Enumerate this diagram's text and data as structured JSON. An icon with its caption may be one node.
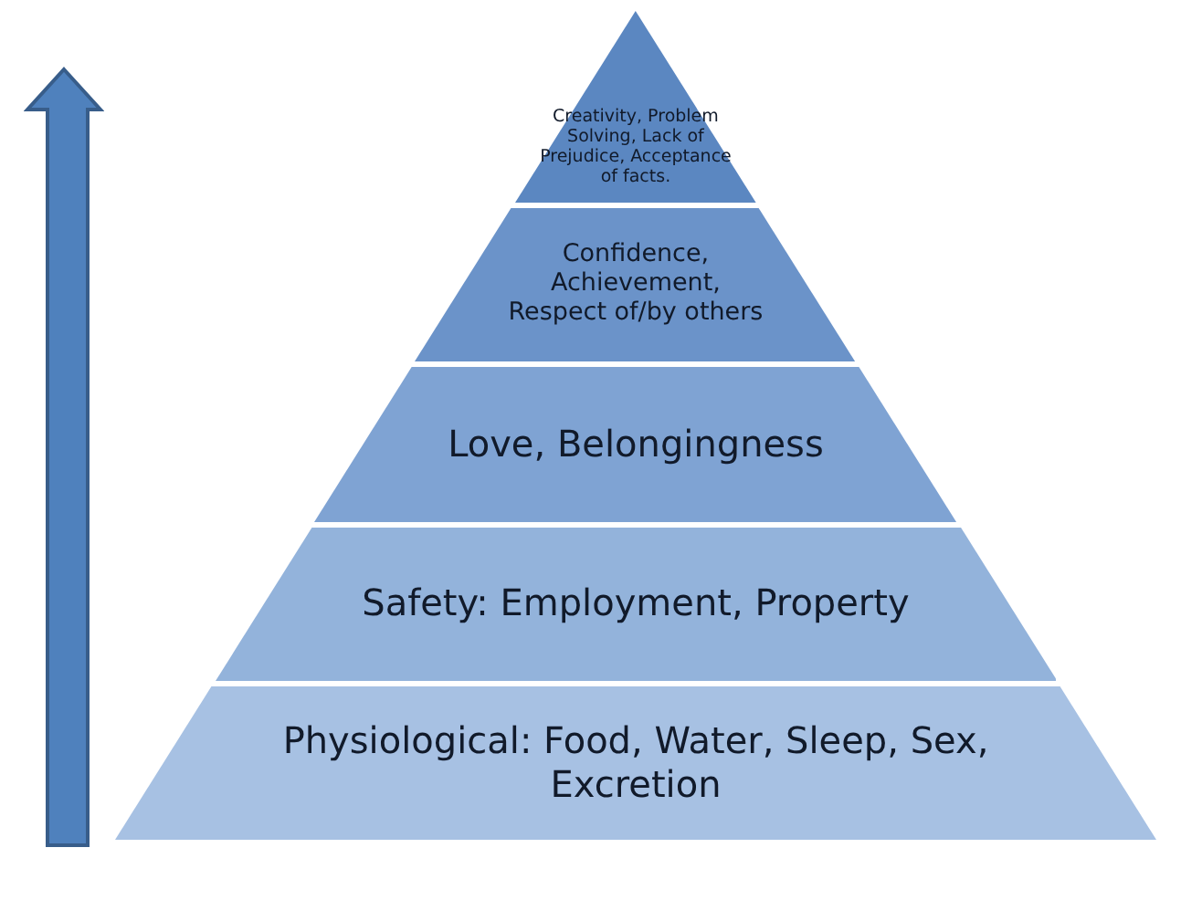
{
  "diagram": {
    "nodes": [
      {
        "text": [
          "Creativity, Problem Solving, Lack of Prejudice, Acceptance of facts."
        ]
      },
      {
        "text": [
          "Confidence, Achievement, Respect of/by others"
        ]
      },
      {
        "text": [
          "Love, Belongingness"
        ]
      },
      {
        "text": [
          "Safety: Employment, Property"
        ]
      },
      {
        "text": [
          "Physiological: Food, Water, Sleep, Sex, Excretion"
        ]
      }
    ]
  }
}
